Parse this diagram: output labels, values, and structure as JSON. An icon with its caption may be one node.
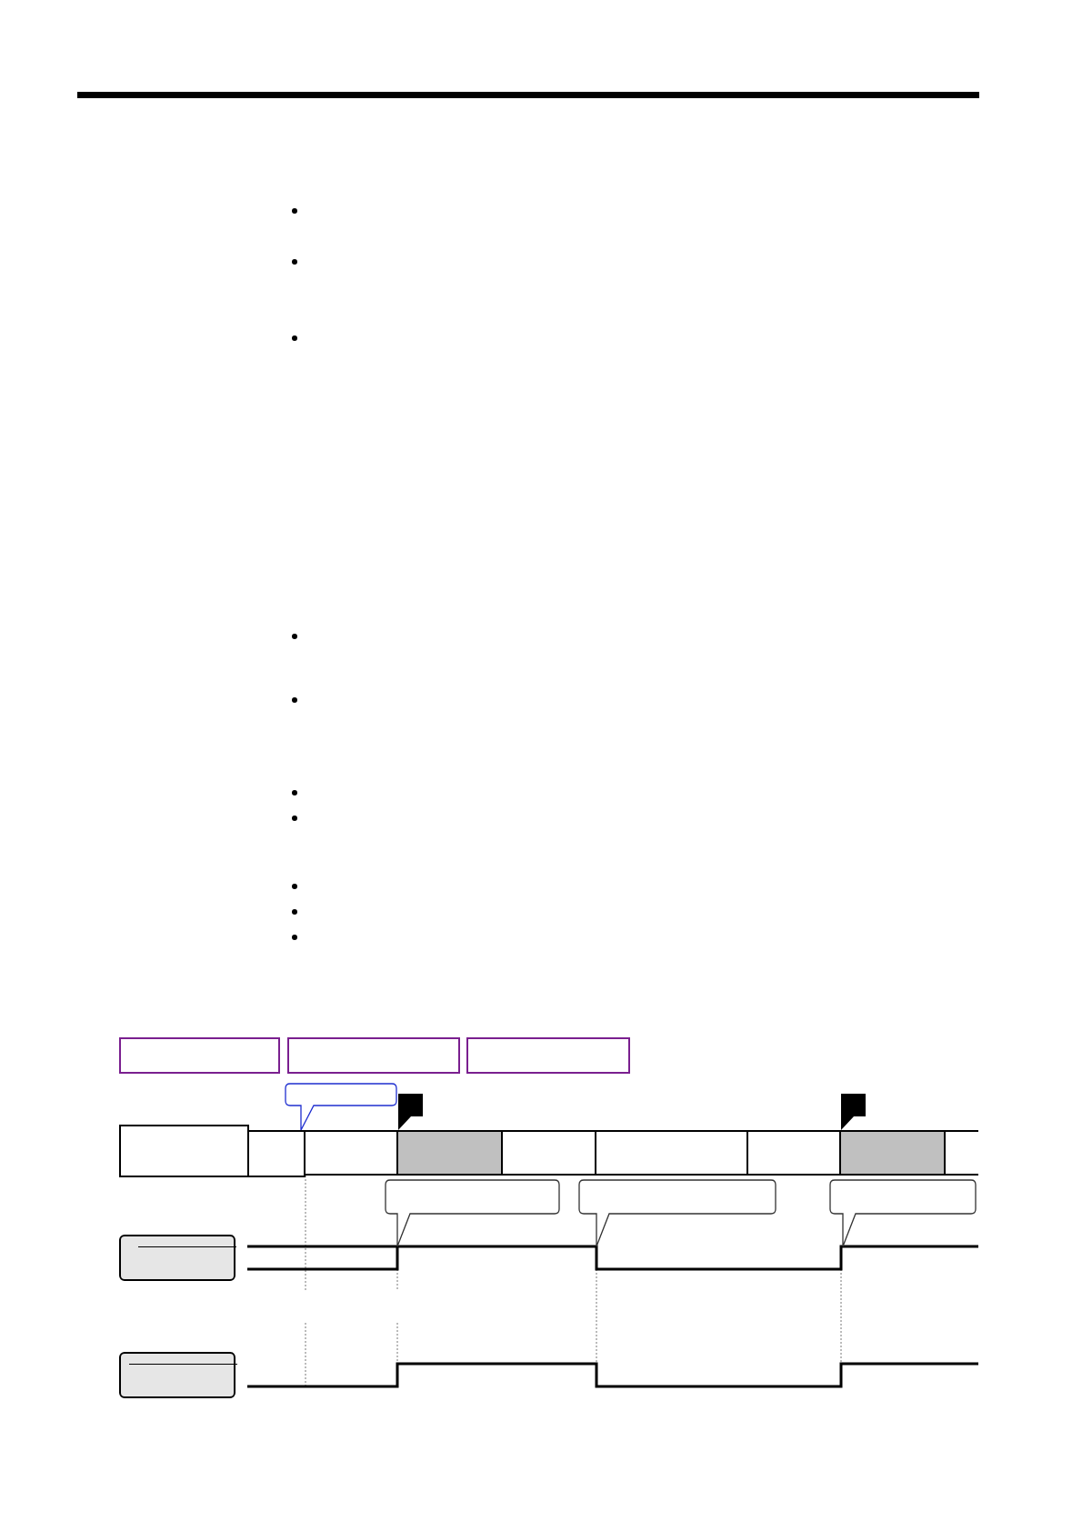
{
  "diagram": {
    "nodes": [
      {
        "text": [],
        "shape": "box"
      },
      {
        "text": [],
        "shape": "box"
      },
      {
        "text": [],
        "shape": "box"
      },
      {
        "text": [],
        "shape": "callout"
      },
      {
        "text": [],
        "shape": "flag"
      },
      {
        "text": [],
        "shape": "flag"
      },
      {
        "text": [],
        "shape": "box"
      },
      {
        "text": [],
        "shape": "box"
      },
      {
        "text": [],
        "shape": "box"
      },
      {
        "text": [],
        "shape": "box"
      },
      {
        "text": [],
        "shape": "box"
      },
      {
        "text": [],
        "shape": "box"
      },
      {
        "text": [],
        "shape": "box"
      },
      {
        "text": [],
        "shape": "box"
      },
      {
        "text": [],
        "shape": "box"
      },
      {
        "text": [],
        "shape": "callout"
      },
      {
        "text": [],
        "shape": "callout"
      },
      {
        "text": [],
        "shape": "callout"
      },
      {
        "text": [],
        "shape": "box"
      },
      {
        "text": [],
        "shape": "box"
      }
    ]
  }
}
